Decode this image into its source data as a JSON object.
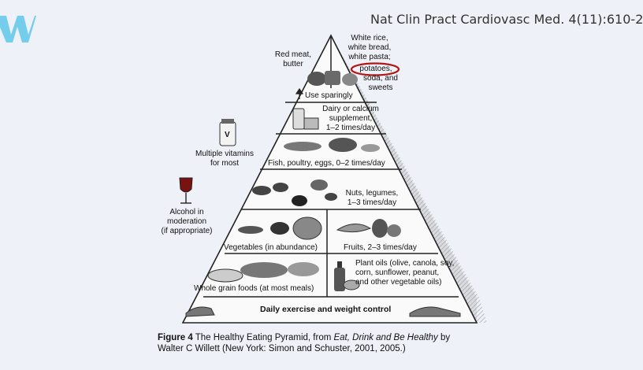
{
  "citation": "Nat Clin Pract Cardiovasc Med. 4(11):610-2",
  "pyramid": {
    "apex_left": "Red meat,\nbutter",
    "apex_right_pre": "White rice,\nwhite bread,\nwhite pasta;",
    "apex_right_circled": "potatoes,",
    "apex_right_post": "soda, and\nsweets",
    "use_sparingly": "Use sparingly",
    "dairy": "Dairy or calcium\nsupplement,\n1–2 times/day",
    "fish": "Fish, poultry, eggs, 0–2 times/day",
    "nuts": "Nuts, legumes,\n1–3 times/day",
    "vegetables": "Vegetables (in abundance)",
    "fruits": "Fruits, 2–3 times/day",
    "whole_grain": "Whole grain foods (at most meals)",
    "plant_oils": "Plant oils (olive, canola, soy,\ncorn, sunflower, peanut,\nand other vegetable oils)",
    "base": "Daily exercise and weight control"
  },
  "side_labels": {
    "vitamins": "Multiple vitamins\nfor most",
    "vitamin_letter": "V",
    "alcohol": "Alcohol in\nmoderation\n(if appropriate)"
  },
  "caption": {
    "figure_label": "Figure 4",
    "text_before": " The Healthy Eating Pyramid, from ",
    "book_title": "Eat, Drink and Be Healthy",
    "text_after": " by Walter C Willett (New York: Simon and Schuster, 2001, 2005.)"
  },
  "colors": {
    "background": "#eef1f7",
    "logo": "#5ec7e8",
    "circle": "#b01818"
  }
}
